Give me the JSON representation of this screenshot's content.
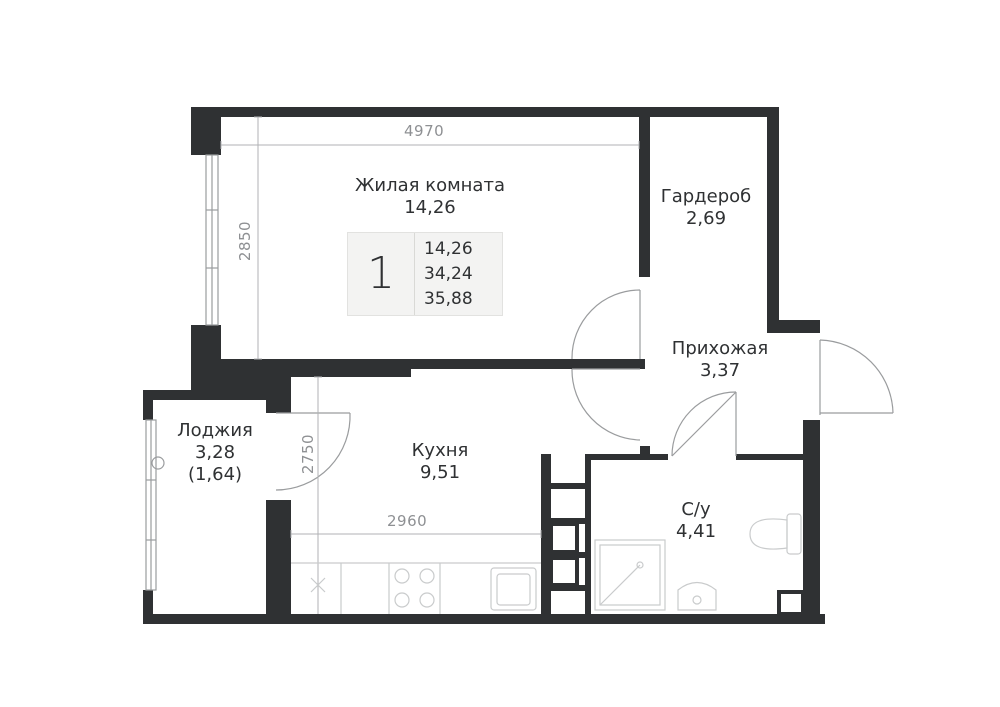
{
  "rooms": {
    "living": {
      "name": "Жилая комната",
      "area": "14,26"
    },
    "wardrobe": {
      "name": "Гардероб",
      "area": "2,69"
    },
    "hall": {
      "name": "Прихожая",
      "area": "3,37"
    },
    "loggia": {
      "name": "Лоджия",
      "area": "3,28",
      "area_reduced": "(1,64)"
    },
    "kitchen": {
      "name": "Кухня",
      "area": "9,51"
    },
    "bathroom": {
      "name": "С/у",
      "area": "4,41"
    }
  },
  "summary": {
    "room_count": "1",
    "living_area": "14,26",
    "total_area": "34,24",
    "total_with_loggia": "35,88"
  },
  "dimensions": {
    "living_width": "4970",
    "living_depth": "2850",
    "kitchen_depth": "2750",
    "kitchen_width": "2960"
  },
  "colors": {
    "wall": "#2f3133",
    "dimension": "#9a9c9e",
    "fixture": "#c9cbcc"
  }
}
